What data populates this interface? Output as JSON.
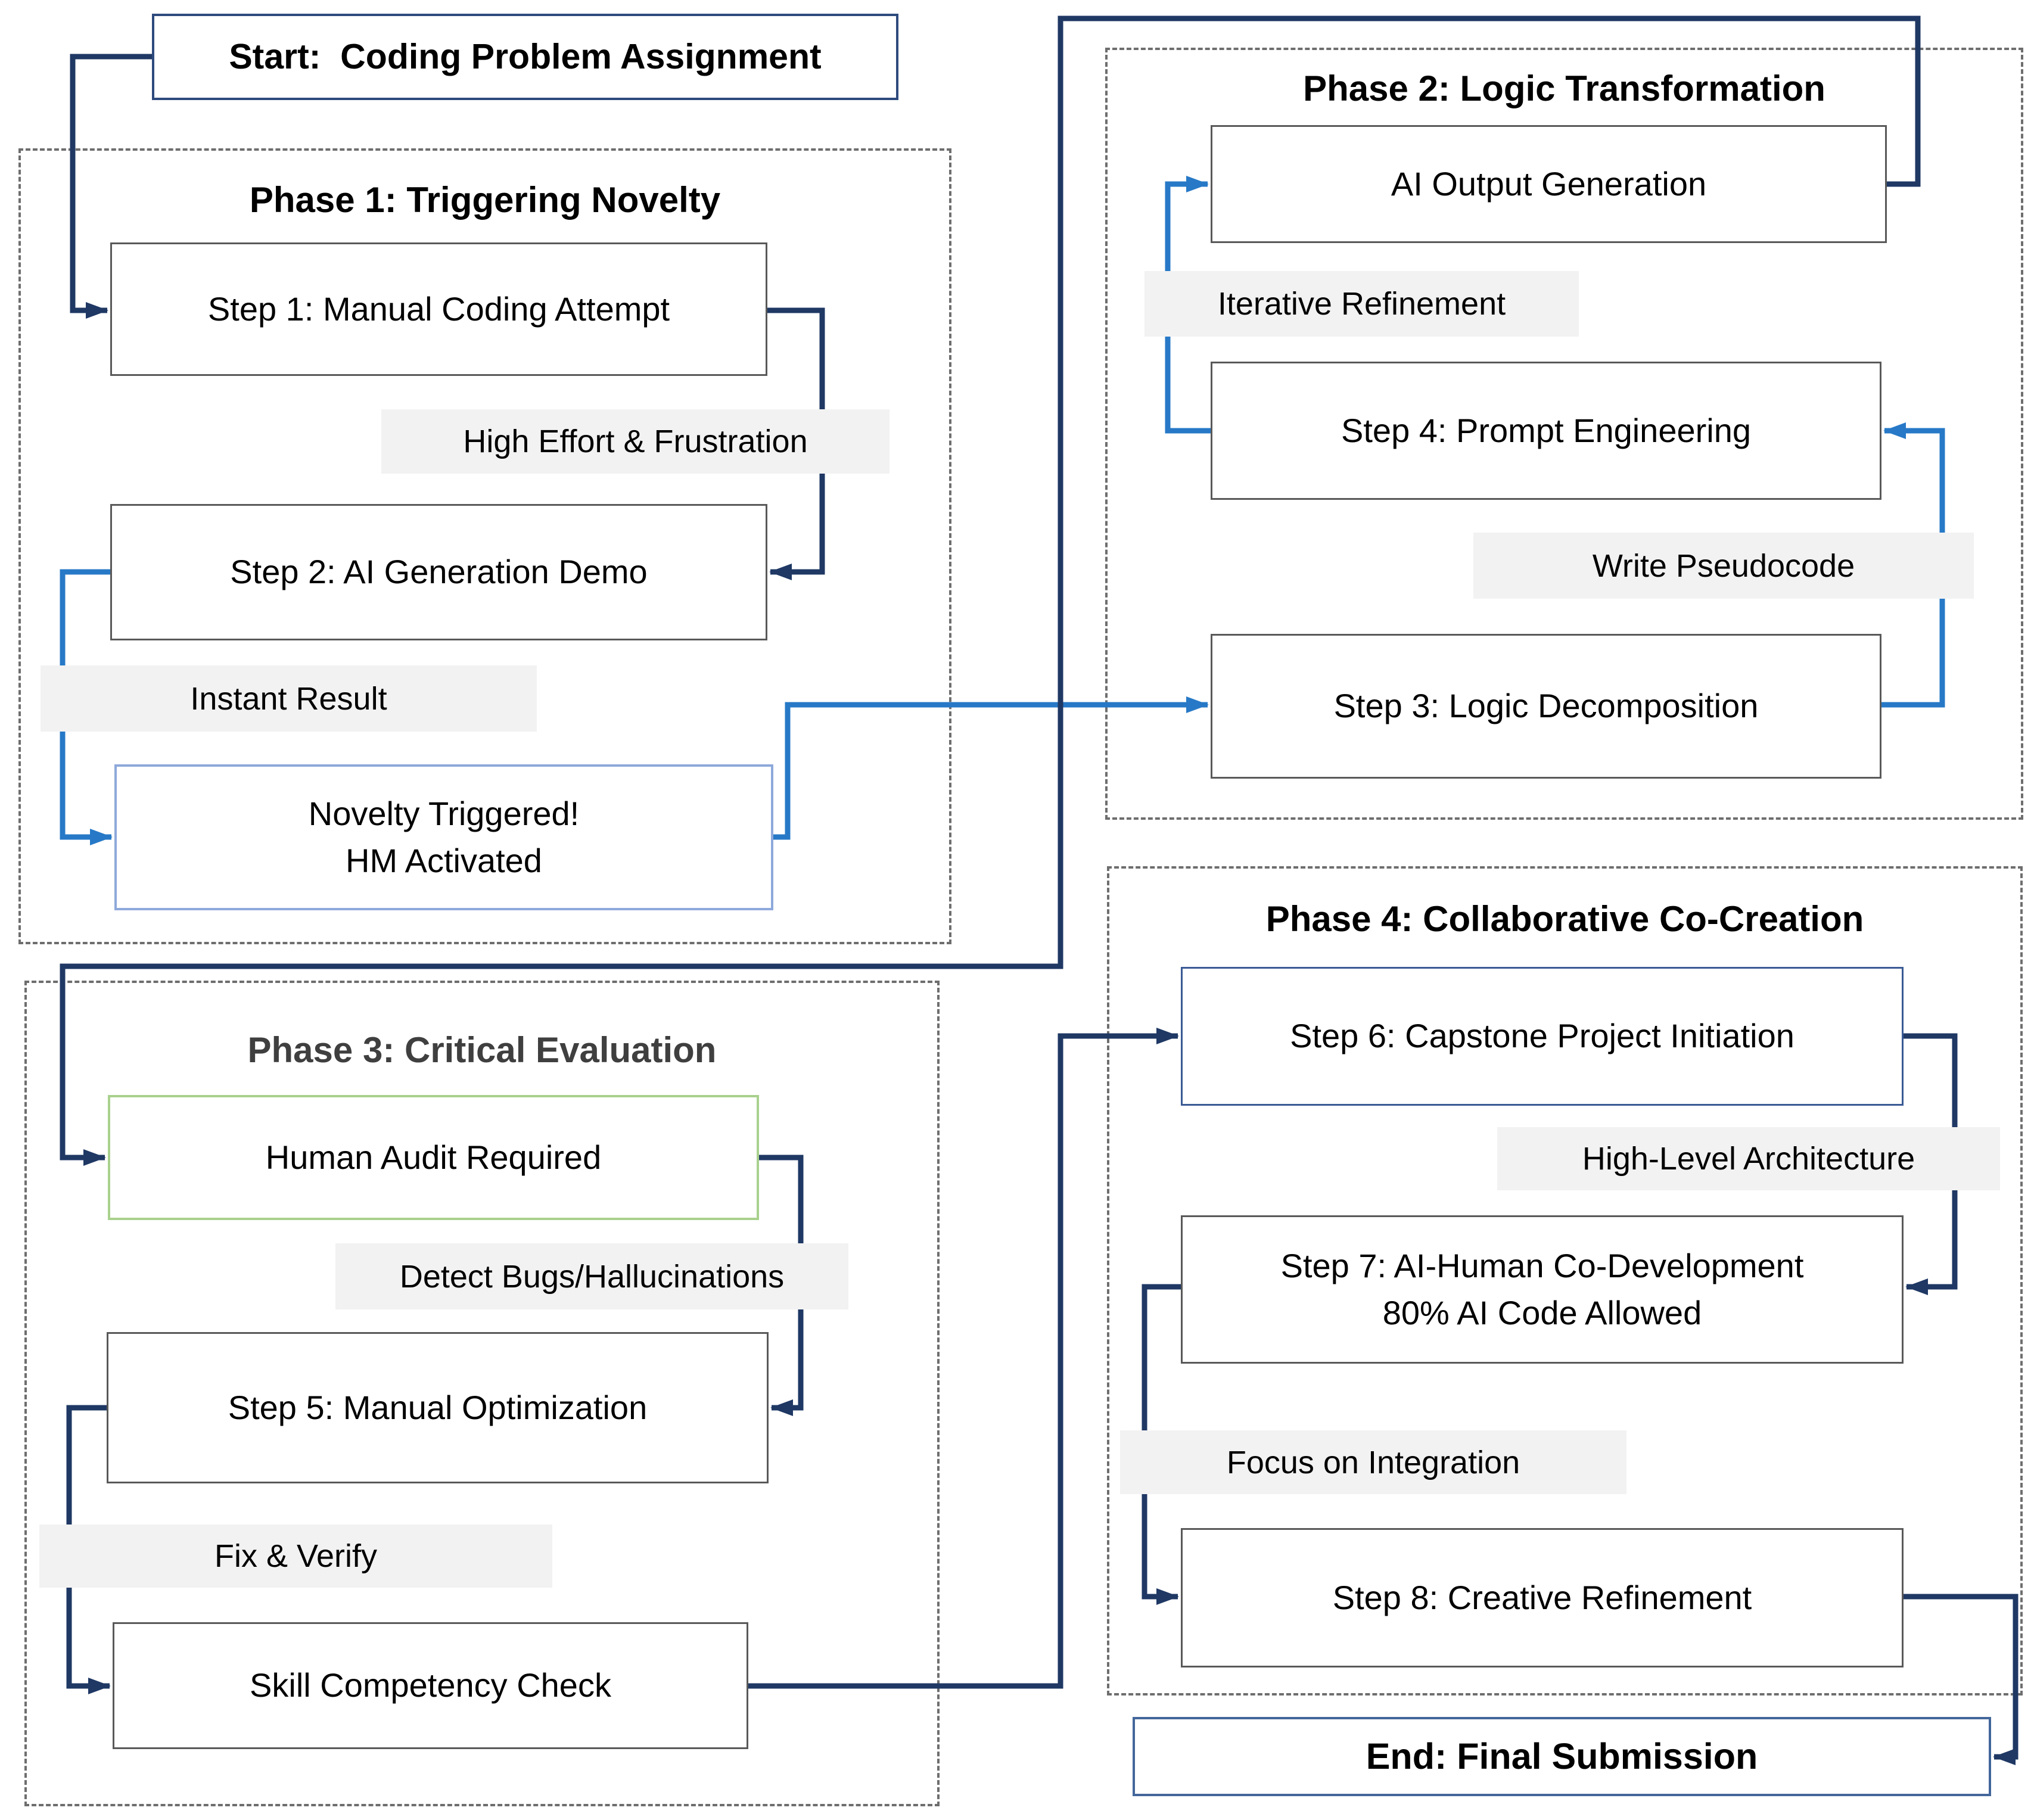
{
  "diagram_title": "AI-assisted coding pedagogy flowchart",
  "nodes": {
    "start": "Start:  Coding Problem Assignment",
    "step1": "Step 1: Manual Coding Attempt",
    "step2": "Step 2: AI Generation Demo",
    "novelty": {
      "line1": "Novelty Triggered!",
      "line2": "HM Activated"
    },
    "ai_output": "AI Output Generation",
    "step4": "Step 4: Prompt Engineering",
    "step3": "Step 3: Logic Decomposition",
    "human_audit": "Human Audit Required",
    "step5": "Step 5: Manual Optimization",
    "skill_check": "Skill Competency Check",
    "step6": "Step 6: Capstone Project Initiation",
    "step7": {
      "line1": "Step 7: AI-Human Co-Development",
      "line2": "80% AI Code Allowed"
    },
    "step8": "Step 8: Creative Refinement",
    "end": "End: Final Submission"
  },
  "phase_titles": {
    "phase1": "Phase 1: Triggering Novelty",
    "phase2": "Phase 2: Logic Transformation",
    "phase3": "Phase 3: Critical Evaluation",
    "phase4": "Phase 4: Collaborative Co-Creation"
  },
  "edge_labels": {
    "high_effort": "High Effort & Frustration",
    "instant_result": "Instant Result",
    "iterative_refinement": "Iterative Refinement",
    "write_pseudocode": "Write Pseudocode",
    "detect_bugs": "Detect Bugs/Hallucinations",
    "fix_verify": "Fix & Verify",
    "high_level_architecture": "High-Level Architecture",
    "focus_on_integration": "Focus on Integration"
  },
  "edges": [
    {
      "from": "start",
      "to": "step1",
      "label": ""
    },
    {
      "from": "step1",
      "to": "step2",
      "label": "High Effort & Frustration"
    },
    {
      "from": "step2",
      "to": "novelty",
      "label": "Instant Result"
    },
    {
      "from": "novelty",
      "to": "step3",
      "label": ""
    },
    {
      "from": "step3",
      "to": "step4",
      "label": "Write Pseudocode"
    },
    {
      "from": "step4",
      "to": "ai_output",
      "label": "Iterative Refinement"
    },
    {
      "from": "ai_output",
      "to": "human_audit",
      "label": ""
    },
    {
      "from": "human_audit",
      "to": "step5",
      "label": "Detect Bugs/Hallucinations"
    },
    {
      "from": "step5",
      "to": "skill_check",
      "label": "Fix & Verify"
    },
    {
      "from": "skill_check",
      "to": "step6",
      "label": ""
    },
    {
      "from": "step6",
      "to": "step7",
      "label": "High-Level Architecture"
    },
    {
      "from": "step7",
      "to": "step8",
      "label": "Focus on Integration"
    },
    {
      "from": "step8",
      "to": "end",
      "label": ""
    }
  ],
  "colors": {
    "navy_connector": "#1f3864",
    "blue_connector": "#2779c7",
    "label_background": "#f2f2f2",
    "step_box_border": "#595959",
    "start_box_border": "#2e4a7d",
    "end_box_border": "#44679b",
    "novelty_box_border": "#8ea9db",
    "human_audit_border": "#a9d18e",
    "step6_box_border": "#3a5a94",
    "dashed_phase_border": "#6e6e6e",
    "phase3_title_color": "#3f3f3f"
  }
}
